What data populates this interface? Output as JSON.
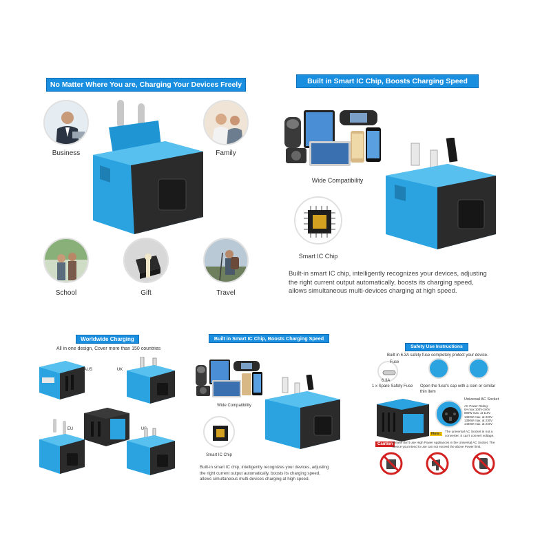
{
  "panel_top_left": {
    "banner": "No Matter Where You are, Charging Your Devices Freely",
    "labels": [
      "Business",
      "Family",
      "School",
      "Gift",
      "Travel"
    ]
  },
  "panel_top_right": {
    "banner": "Built in Smart IC Chip, Boosts Charging Speed",
    "wide_label": "Wide Compatibility",
    "chip_label": "Smart IC Chip",
    "description": [
      "Built-in smart IC chip, intelligently recognizes your devices, adjusting",
      "the right current output automatically, boosts its charging speed,",
      "allows simultaneous multi-devices charging at high speed."
    ]
  },
  "panel_bottom_left": {
    "banner": "Worldwide Charging",
    "subtitle": "All in one design, Cover more than 150 countries",
    "plugs": [
      "AUS",
      "UK",
      "EU",
      "US"
    ]
  },
  "panel_bottom_mid": {
    "banner": "Built in Smart IC Chip, Boosts Charging Speed",
    "wide_label": "Wide Compatibility",
    "chip_label": "Smart IC Chip",
    "description": [
      "Built-in smart IC chip, intelligently recognizes your devices, adjusting",
      "the right current output automatically, boosts its charging speed,",
      "allows simultaneous multi-devices charging at high speed."
    ]
  },
  "panel_bottom_right": {
    "banner": "Safety Use Instructions",
    "fuse_note": "Built in 6.3A safety fuse completely protect your device.",
    "fuse_label": "Fuse",
    "fuse_rating": "6.3A",
    "spare_fuse": "1 x Spare Safety Fuse",
    "open_cap": "Open the fuse's cap with a coin or similar thin item",
    "socket_title": "Universal AC Socket",
    "power_rating": [
      "AC Power Rating:",
      "6A max 100V-240V",
      "880W max. at 110V",
      "1320W max. at 220V",
      "1380W max. at 230V",
      "1440W max. at 240V"
    ],
    "note_label": "Note:",
    "note_text": "The universal AC Socket is not a converter. It can't convert voltage.",
    "caution_label": "Caution",
    "caution_text": "Please don't use High Power Appliances in the Universal AC Socket. The device you intend to use can not exceed the above Power limit."
  },
  "colors": {
    "banner_blue": "#1a8fe0",
    "adapter_blue": "#2aa3e0",
    "adapter_dark": "#2b2b2b",
    "caution_red": "#d32020"
  }
}
